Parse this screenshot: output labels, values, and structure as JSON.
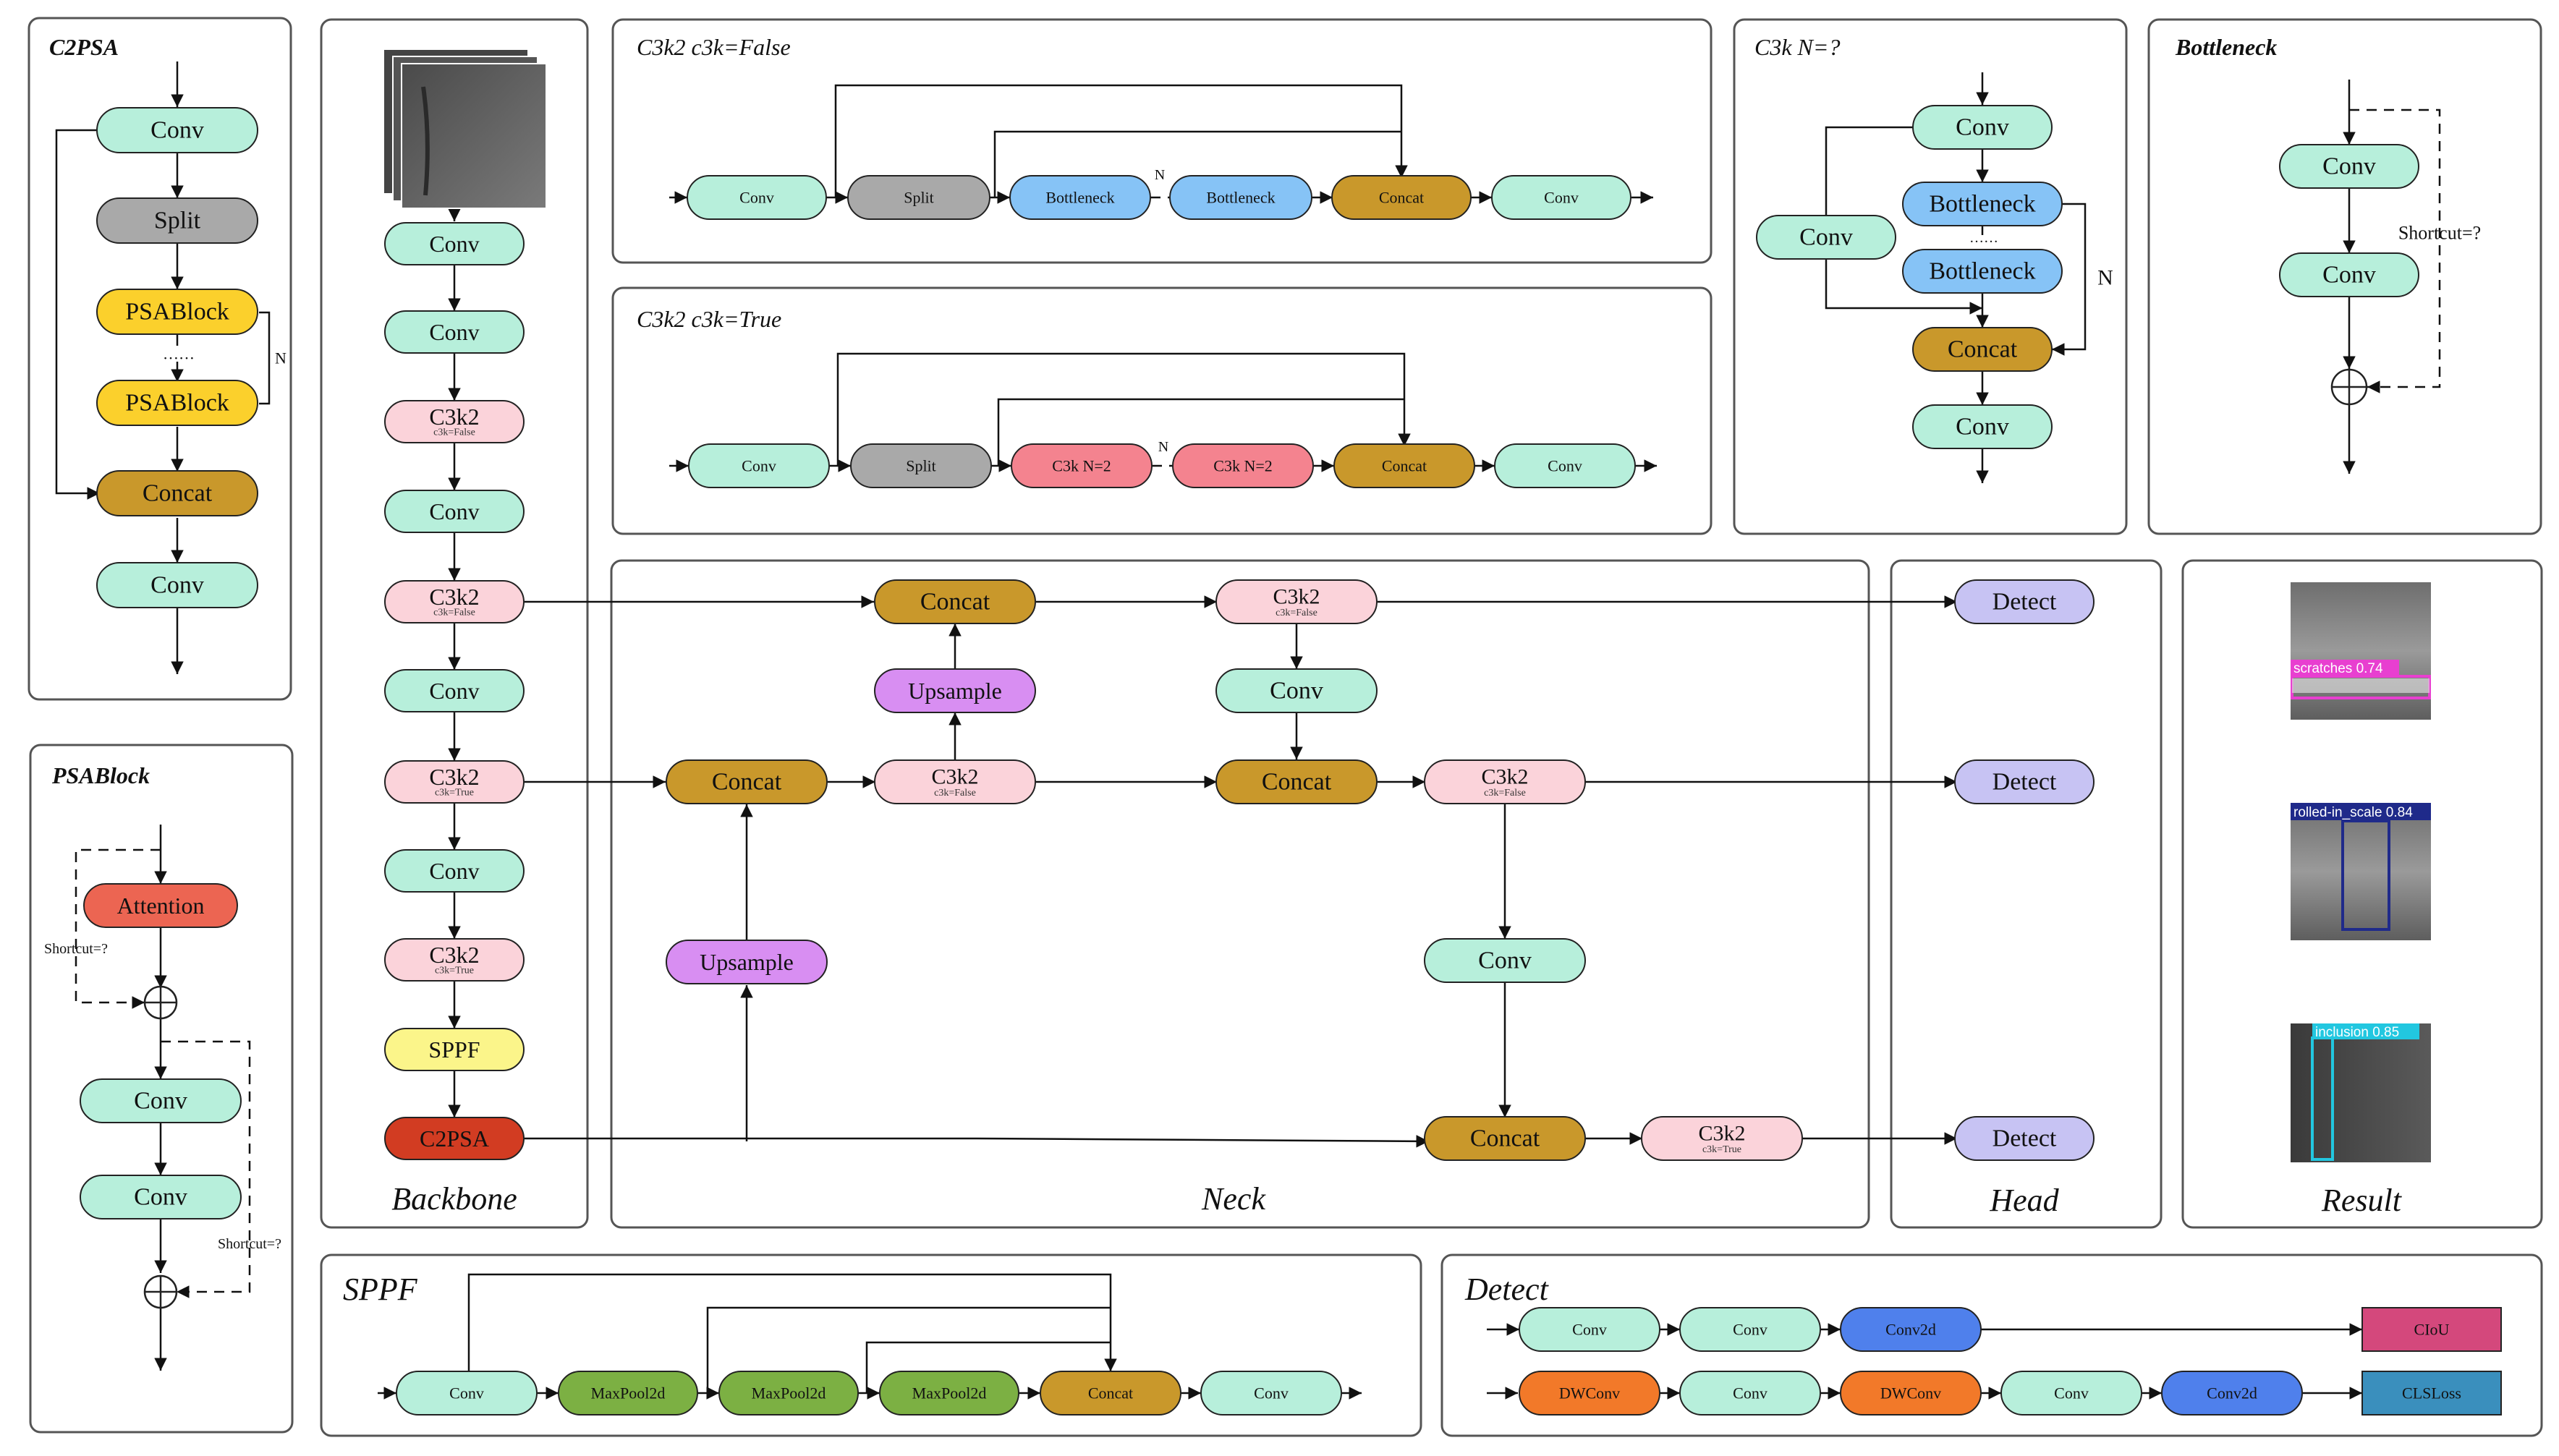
{
  "colors": {
    "conv": "#b7efdb",
    "split": "#a9a9a9",
    "psablock": "#fbd02c",
    "concat": "#c9982b",
    "c3k2": "#fbd3da",
    "sppf": "#fbf58a",
    "c2psa": "#d23c22",
    "upsample": "#d88ef2",
    "detect": "#c7c3f3",
    "bottleneck": "#86c3f6",
    "c3k": "#f4838f",
    "attention": "#ec6552",
    "maxpool": "#7cb043",
    "dwconv": "#f27929",
    "conv2d": "#4f80ec",
    "ciou": "#d4487c",
    "clsloss": "#3a8fbd"
  },
  "panels": {
    "c2psa": "C2PSA",
    "psablock": "PSABlock",
    "c3k2_false": "C3k2  c3k=False",
    "c3k2_true": "C3k2  c3k=True",
    "c3k": "C3k  N=?",
    "bottleneck": "Bottleneck",
    "sppf": "SPPF",
    "detect": "Detect",
    "backbone": "Backbone",
    "neck": "Neck",
    "head": "Head",
    "result": "Result"
  },
  "labels": {
    "conv": "Conv",
    "split": "Split",
    "psablock": "PSABlock",
    "concat": "Concat",
    "c3k2": "C3k2",
    "c3k_false": "c3k=False",
    "c3k_true": "c3k=True",
    "sppf": "SPPF",
    "c2psa": "C2PSA",
    "upsample": "Upsample",
    "detect": "Detect",
    "bottleneck": "Bottleneck",
    "c3k_n2": "C3k  N=2",
    "attention": "Attention",
    "maxpool": "MaxPool2d",
    "dwconv": "DWConv",
    "conv2d": "Conv2d",
    "ciou": "CIoU",
    "clsloss": "CLSLoss",
    "n": "N",
    "dots": "……",
    "shortcut": "Shortcut=?"
  },
  "results": [
    {
      "label": "scratches  0.74",
      "color": "#e83fd0"
    },
    {
      "label": "rolled-in_scale  0.84",
      "color": "#1f2a8a"
    },
    {
      "label": "inclusion  0.85",
      "color": "#22c7e0"
    }
  ]
}
